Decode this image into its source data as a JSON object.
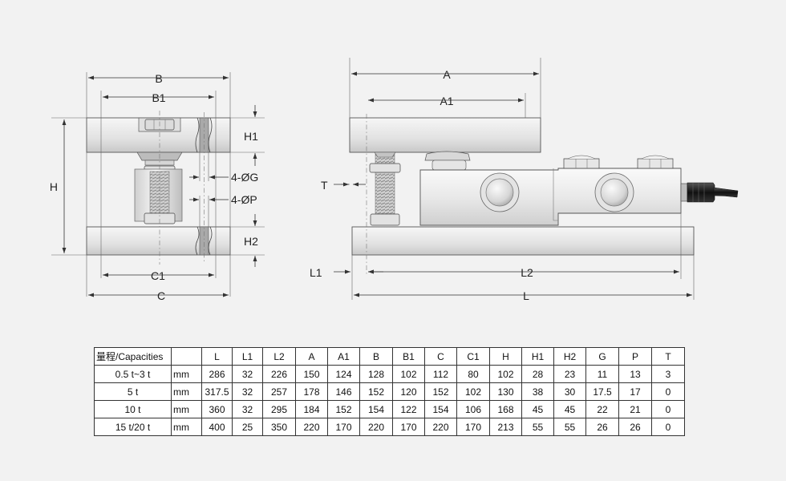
{
  "labels": {
    "B": "B",
    "B1": "B1",
    "H": "H",
    "H1": "H1",
    "H2": "H2",
    "G": "4-ØG",
    "P": "4-ØP",
    "C1": "C1",
    "C": "C",
    "A": "A",
    "A1": "A1",
    "T": "T",
    "L1": "L1",
    "L2": "L2",
    "L": "L"
  },
  "colors": {
    "background": "#f2f2f2",
    "metal_light": "#f4f4f4",
    "metal_mid": "#d9d9d9",
    "metal_dark": "#9a9a9a",
    "cable": "#222222"
  },
  "table": {
    "headers": [
      "量程/Capacities",
      "",
      "L",
      "L1",
      "L2",
      "A",
      "A1",
      "B",
      "B1",
      "C",
      "C1",
      "H",
      "H1",
      "H2",
      "G",
      "P",
      "T"
    ],
    "rows": [
      [
        "0.5 t~3 t",
        "mm",
        "286",
        "32",
        "226",
        "150",
        "124",
        "128",
        "102",
        "112",
        "80",
        "102",
        "28",
        "23",
        "11",
        "13",
        "3"
      ],
      [
        "5 t",
        "mm",
        "317.5",
        "32",
        "257",
        "178",
        "146",
        "152",
        "120",
        "152",
        "102",
        "130",
        "38",
        "30",
        "17.5",
        "17",
        "0"
      ],
      [
        "10 t",
        "mm",
        "360",
        "32",
        "295",
        "184",
        "152",
        "154",
        "122",
        "154",
        "106",
        "168",
        "45",
        "45",
        "22",
        "21",
        "0"
      ],
      [
        "15 t/20 t",
        "mm",
        "400",
        "25",
        "350",
        "220",
        "170",
        "220",
        "170",
        "220",
        "170",
        "213",
        "55",
        "55",
        "26",
        "26",
        "0"
      ]
    ]
  }
}
